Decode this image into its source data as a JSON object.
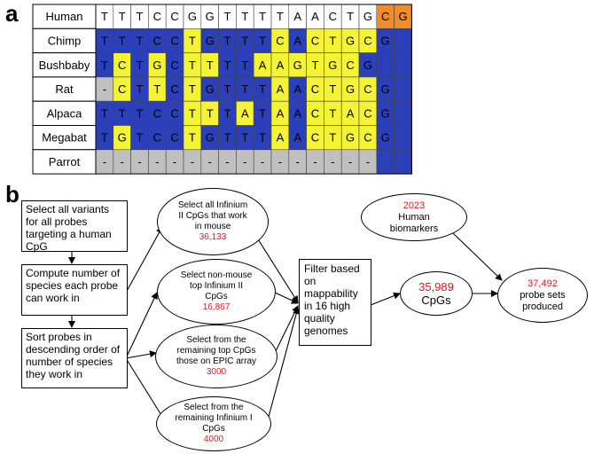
{
  "panel_a_label": "a",
  "panel_b_label": "b",
  "alignment": {
    "rows": [
      {
        "species": "Human",
        "bases": [
          "T",
          "T",
          "T",
          "C",
          "C",
          "G",
          "G",
          "T",
          "T",
          "T",
          "T",
          "A",
          "A",
          "C",
          "T",
          "G",
          "C",
          "G"
        ]
      },
      {
        "species": "Chimp",
        "bases": [
          "T",
          "T",
          "T",
          "C",
          "C",
          "T",
          "G",
          "T",
          "T",
          "T",
          "C",
          "A",
          "C",
          "T",
          "G",
          "C",
          "G"
        ]
      },
      {
        "species": "Bushbaby",
        "bases": [
          "T",
          "C",
          "T",
          "G",
          "C",
          "T",
          "T",
          "T",
          "T",
          "A",
          "A",
          "G",
          "T",
          "G",
          "C",
          "G"
        ]
      },
      {
        "species": "Rat",
        "bases": [
          "-",
          "C",
          "T",
          "T",
          "C",
          "T",
          "G",
          "T",
          "T",
          "T",
          "A",
          "A",
          "C",
          "T",
          "G",
          "C",
          "G"
        ]
      },
      {
        "species": "Alpaca",
        "bases": [
          "T",
          "T",
          "T",
          "C",
          "C",
          "T",
          "T",
          "T",
          "A",
          "T",
          "A",
          "A",
          "C",
          "T",
          "A",
          "C",
          "G"
        ]
      },
      {
        "species": "Megabat",
        "bases": [
          "T",
          "G",
          "T",
          "C",
          "C",
          "T",
          "G",
          "T",
          "T",
          "T",
          "A",
          "A",
          "C",
          "T",
          "G",
          "C",
          "G"
        ]
      },
      {
        "species": "Parrot",
        "bases": [
          "-",
          "-",
          "-",
          "-",
          "-",
          "-",
          "-",
          "-",
          "-",
          "-",
          "-",
          "-",
          "-",
          "-",
          "-",
          "-"
        ]
      }
    ],
    "colors": {
      "human_bg": "#ffffff",
      "cpg": "#f28c28",
      "match": "#2b3fb8",
      "mismatch": "#f4f434",
      "missing": "#c0c0c0"
    }
  },
  "flow": {
    "select_variants": "Select all variants for all probes targeting a human CpG",
    "compute_species": "Compute number of species each probe can work in",
    "sort_probes": "Sort probes in descending order of number of species they work in",
    "oval1_text": "Select all Infinium II CpGs that work in mouse",
    "oval1_count": "36,133",
    "oval2_text": "Select non-mouse top Infinium II CpGs",
    "oval2_count": "16,867",
    "oval3_text": "Select from the remaining top CpGs those on EPIC array",
    "oval3_count": "3000",
    "oval4_text": "Select from the remaining Infinium I CpGs",
    "oval4_count": "4000",
    "filter_text": "Filter based on mappability in 16 high quality genomes",
    "cpgs_count": "35,989",
    "cpgs_label": "CpGs",
    "biomarkers_count": "2023",
    "biomarkers_label": "Human biomarkers",
    "probesets_count": "37,492",
    "probesets_label": "probe sets produced"
  }
}
